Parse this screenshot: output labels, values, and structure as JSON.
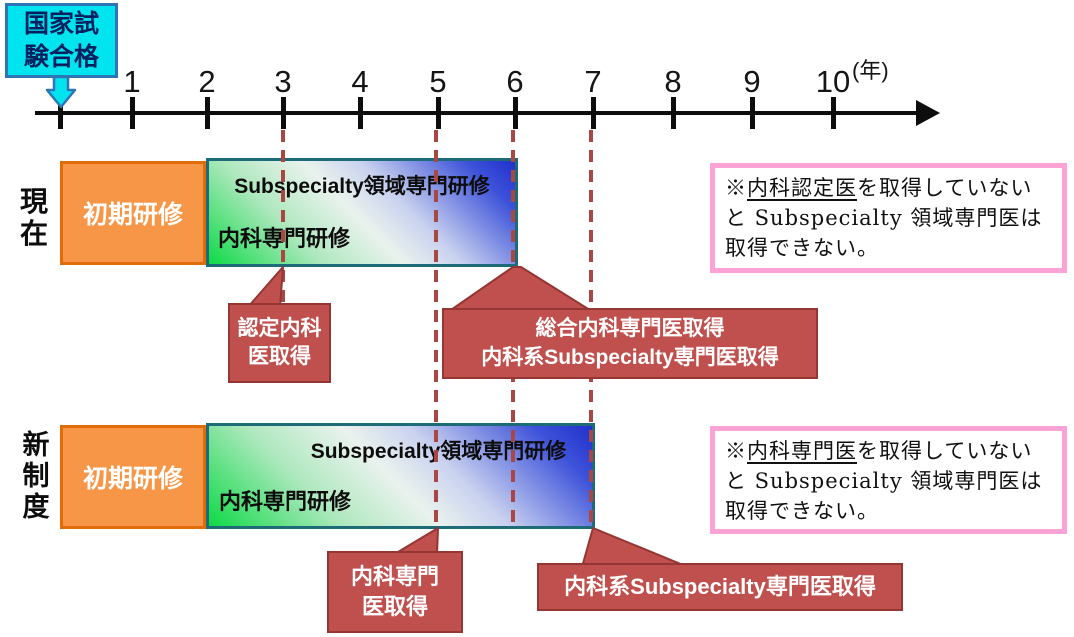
{
  "exam_badge": {
    "label": "国家試\n験合格"
  },
  "axis": {
    "unit": "(年)",
    "tick_labels": [
      "1",
      "2",
      "3",
      "4",
      "5",
      "6",
      "7",
      "8",
      "9",
      "10"
    ]
  },
  "rows": {
    "current": {
      "label": "現\n在",
      "initial_training": "初期研修",
      "subspecialty_training": "Subspecialty領域専門研修",
      "internal_training": "内科専門研修"
    },
    "new_system": {
      "label": "新\n制\n度",
      "initial_training": "初期研修",
      "subspecialty_training": "Subspecialty領域専門研修",
      "internal_training": "内科専門研修"
    }
  },
  "callouts": {
    "certified_internist": {
      "line1": "認定内科",
      "line2": "医取得"
    },
    "general_internist": {
      "line1": "総合内科専門医取得",
      "line2": "内科系Subspecialty専門医取得"
    },
    "internal_specialist": {
      "line1": "内科専門",
      "line2": "医取得"
    },
    "subspecialty_specialist": {
      "line1": "内科系Subspecialty専門医取得"
    }
  },
  "notes": {
    "current": {
      "prefix": "※",
      "underlined": "内科認定医",
      "rest": "を取得していないと Subspecialty 領域専門医は取得できない。"
    },
    "new_system": {
      "prefix": "※",
      "underlined": "内科専門医",
      "rest": "を取得していないと Subspecialty 領域専門医は取得できない。"
    }
  },
  "colors": {
    "exam_badge_fill": "#00E4F0",
    "exam_badge_border": "#2E75B6",
    "initial_training_fill": "#F79646",
    "initial_training_border": "#E26B0A",
    "gradient_green": "#0ED947",
    "gradient_blue": "#2130CC",
    "gradient_border": "#1D6B78",
    "callout_fill": "#C0504D",
    "callout_border": "#943634",
    "dashed_line": "#A84743",
    "note_border": "#FFA3D7"
  }
}
